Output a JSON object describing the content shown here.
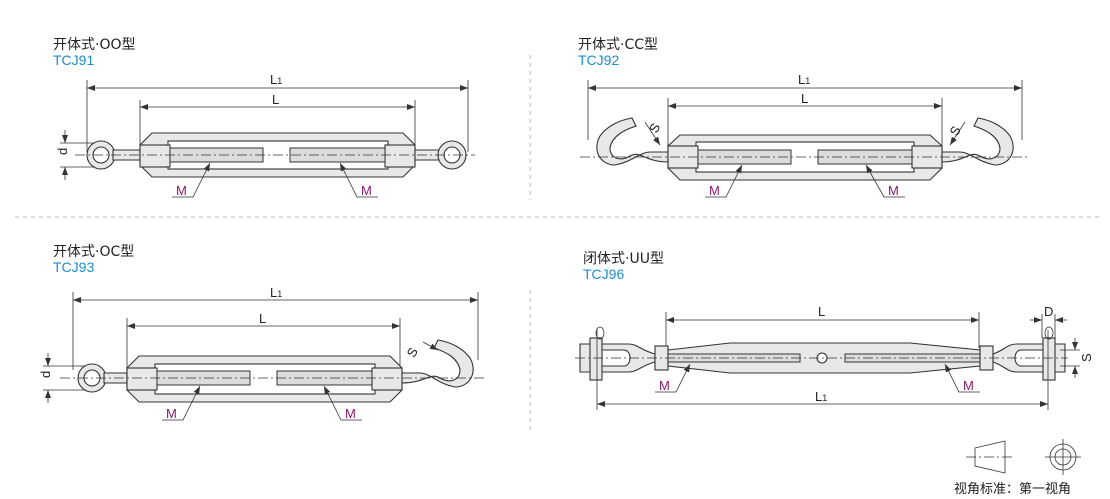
{
  "panels": [
    {
      "title": "开体式·OO型",
      "code": "TCJ91",
      "labels": {
        "L1": "L",
        "L1_sub": "1",
        "L": "L",
        "d": "d",
        "M": "M"
      }
    },
    {
      "title": "开体式·CC型",
      "code": "TCJ92",
      "labels": {
        "L1": "L",
        "L1_sub": "1",
        "L": "L",
        "S": "S",
        "M": "M"
      }
    },
    {
      "title": "开体式·OC型",
      "code": "TCJ93",
      "labels": {
        "L1": "L",
        "L1_sub": "1",
        "L": "L",
        "d": "d",
        "S": "S",
        "M": "M"
      }
    },
    {
      "title": "闭体式·UU型",
      "code": "TCJ96",
      "labels": {
        "L1": "L",
        "L1_sub": "1",
        "L": "L",
        "D": "D",
        "S": "S",
        "M": "M"
      }
    }
  ],
  "footer": {
    "projection_label": "视角标准：第一视角"
  },
  "colors": {
    "code": "#1a8fc9",
    "thread_label": "#8b1a6b"
  }
}
